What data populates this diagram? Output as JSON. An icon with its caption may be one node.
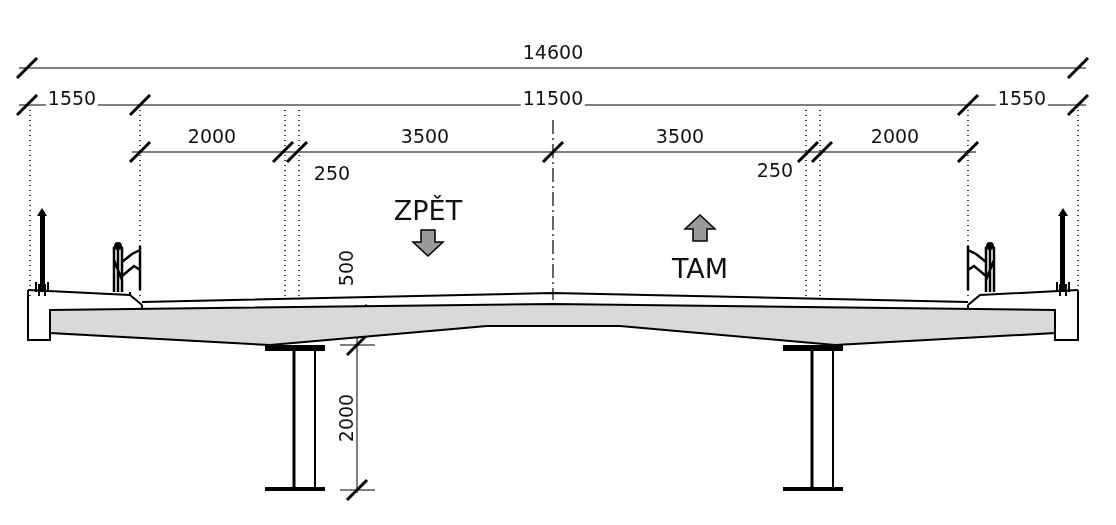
{
  "diagram": {
    "labels": [
      "14600",
      "1550",
      "11500",
      "1550",
      "2000",
      "3500",
      "3500",
      "2000",
      "250",
      "250",
      "ZPĚT",
      "TAM",
      "500",
      "2000"
    ]
  }
}
